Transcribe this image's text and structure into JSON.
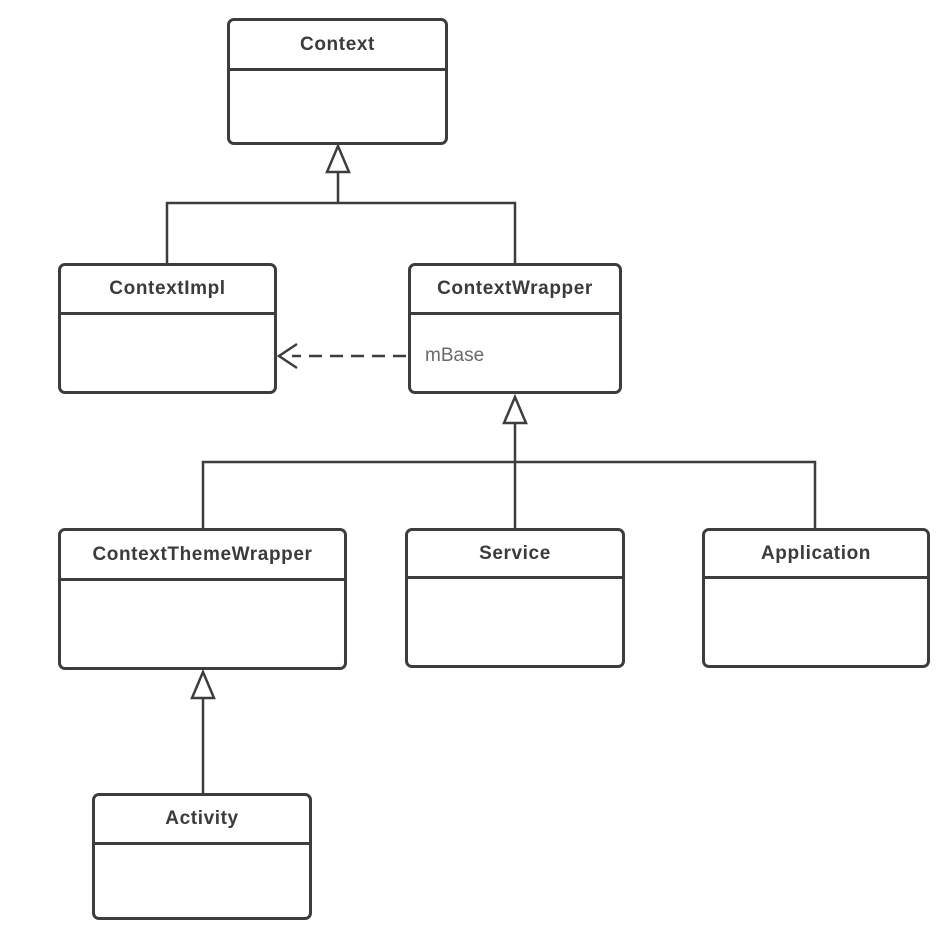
{
  "diagram": {
    "type": "uml-class-diagram",
    "classes": {
      "context": {
        "name": "Context",
        "attributes": ""
      },
      "context_impl": {
        "name": "ContextImpl",
        "attributes": ""
      },
      "context_wrapper": {
        "name": "ContextWrapper",
        "attributes": "mBase"
      },
      "context_theme_wrapper": {
        "name": "ContextThemeWrapper",
        "attributes": ""
      },
      "service": {
        "name": "Service",
        "attributes": ""
      },
      "application": {
        "name": "Application",
        "attributes": ""
      },
      "activity": {
        "name": "Activity",
        "attributes": ""
      }
    },
    "relations": [
      {
        "from": "ContextImpl",
        "to": "Context",
        "type": "generalization"
      },
      {
        "from": "ContextWrapper",
        "to": "Context",
        "type": "generalization"
      },
      {
        "from": "ContextWrapper",
        "to": "ContextImpl",
        "type": "dependency-dashed",
        "via": "mBase"
      },
      {
        "from": "ContextThemeWrapper",
        "to": "ContextWrapper",
        "type": "generalization"
      },
      {
        "from": "Service",
        "to": "ContextWrapper",
        "type": "generalization"
      },
      {
        "from": "Application",
        "to": "ContextWrapper",
        "type": "generalization"
      },
      {
        "from": "Activity",
        "to": "ContextThemeWrapper",
        "type": "generalization"
      }
    ],
    "colors": {
      "stroke": "#3d3d3d",
      "box_fill": "#ffffff",
      "title_text": "#3b3b3b",
      "attribute_text": "#696969",
      "background": "#ffffff"
    }
  }
}
